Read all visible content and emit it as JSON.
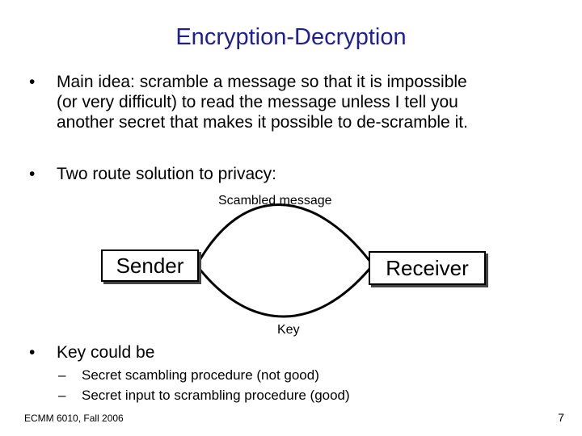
{
  "slide": {
    "title": "Encryption-Decryption",
    "bullet_char": "•",
    "bullets": [
      {
        "lines": [
          "Main idea: scramble a message so that it is impossible",
          "(or very difficult) to read the message unless I tell you",
          "another secret that makes it possible to de-scramble it."
        ]
      },
      {
        "lines": [
          "Two route solution to privacy:"
        ]
      },
      {
        "lines": [
          "Key could be"
        ]
      }
    ],
    "sub_bullet_char": "–",
    "sub_bullets": [
      "Secret scambling procedure (not good)",
      "Secret input to scrambling procedure (good)"
    ],
    "diagram": {
      "sender_label": "Sender",
      "receiver_label": "Receiver",
      "top_route_label": "Scambled message",
      "bottom_route_label": "Key"
    },
    "footer": "ECMM 6010, Fall 2006",
    "page_number": "7"
  }
}
